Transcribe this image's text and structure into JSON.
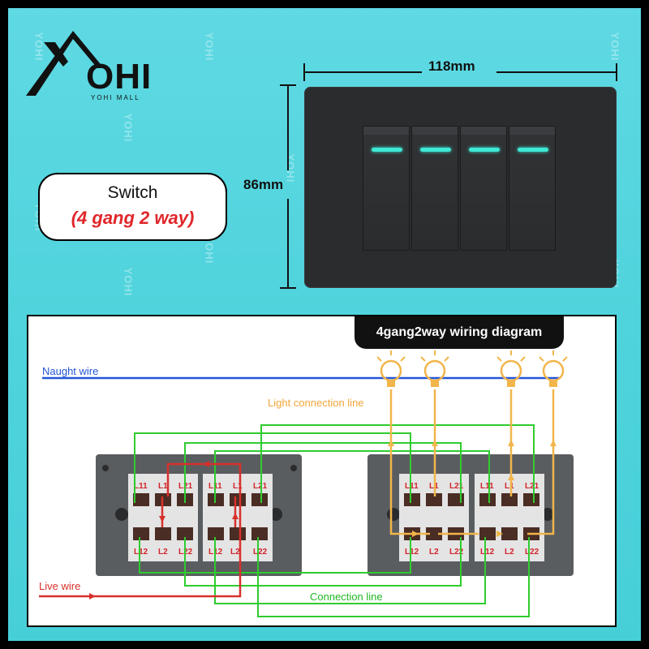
{
  "brand": {
    "name": "OHI",
    "sub": "YOHI MALL"
  },
  "watermark": "YOHI",
  "product": {
    "title": "Switch",
    "type": "(4 gang 2 way)"
  },
  "dimensions": {
    "width": "118mm",
    "height": "86mm"
  },
  "diagram": {
    "title": "4gang2way wiring diagram",
    "neutral_label": "Naught wire",
    "light_label": "Light connection line",
    "live_label": "Live wire",
    "connection_label": "Connection line",
    "terminal_labels": {
      "L11": "L11",
      "L1": "L1",
      "L21": "L21",
      "L12": "L12",
      "L2": "L2",
      "L22": "L22"
    }
  },
  "colors": {
    "background": "#4fd3dc",
    "neutral_wire": "#2456d6",
    "live_wire": "#d8302c",
    "light_line": "#f2b54a",
    "connection_line": "#2fcc2f",
    "indicator": "#3ee8d4",
    "plate": "#2a2c2e"
  }
}
